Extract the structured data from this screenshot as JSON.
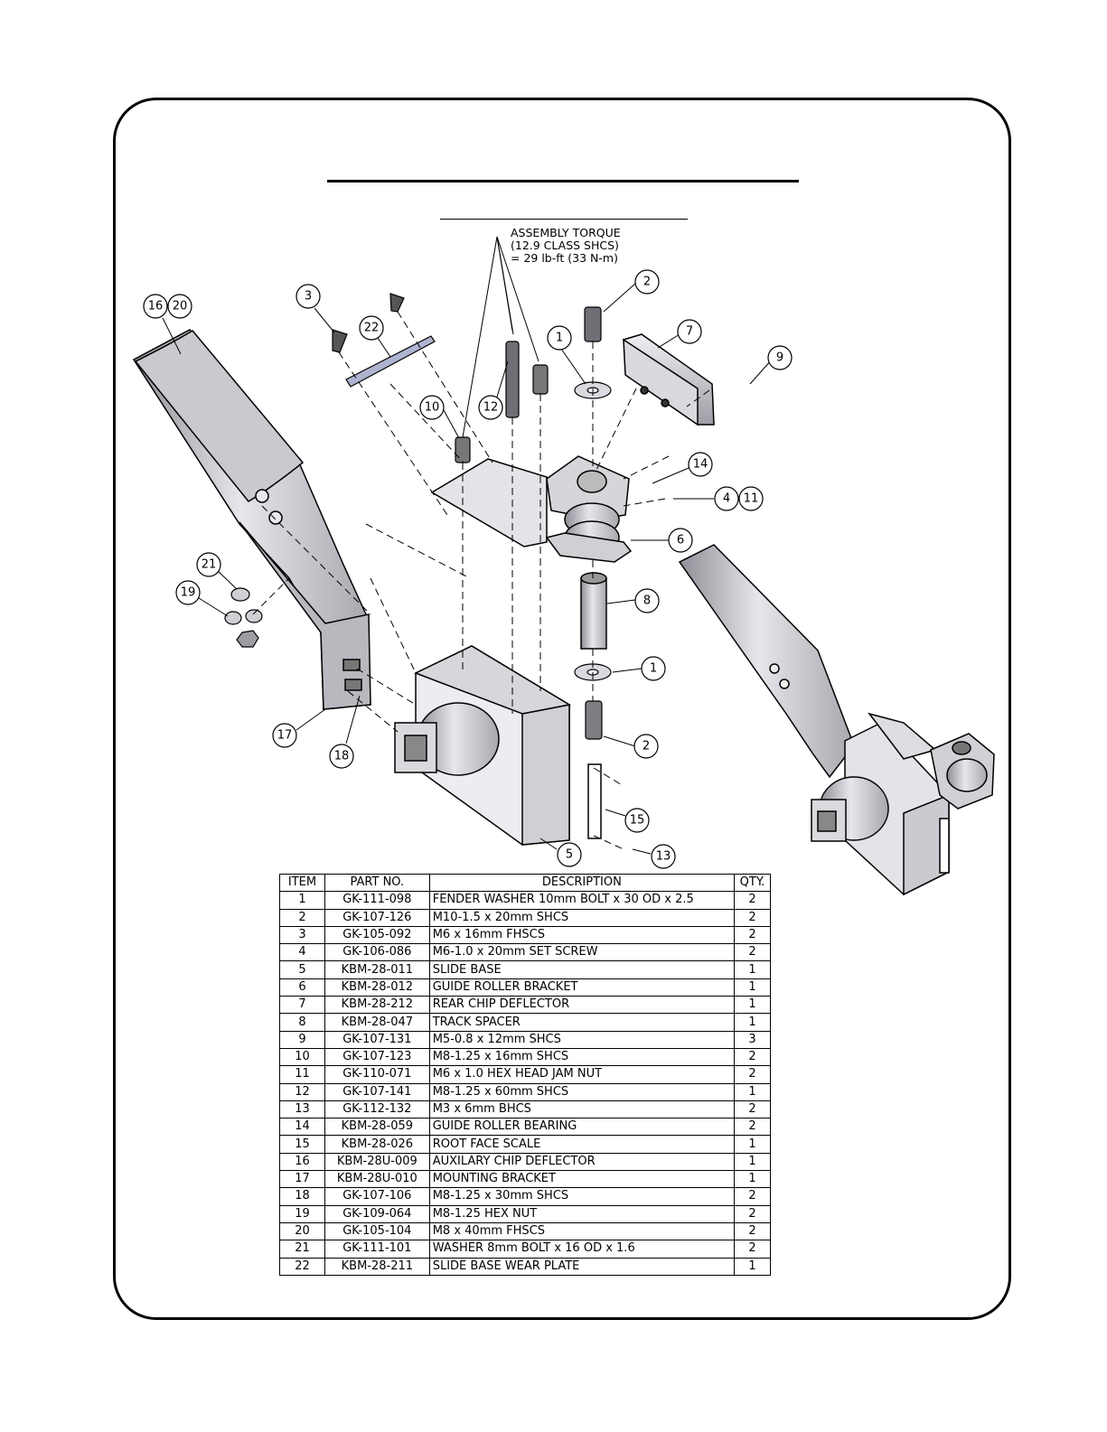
{
  "torque_note": {
    "line1": "ASSEMBLY TORQUE",
    "line2": "(12.9 CLASS SHCS)",
    "line3": "= 29 lb-ft (33 N-m)"
  },
  "callouts": [
    "16",
    "20",
    "3",
    "22",
    "2",
    "7",
    "9",
    "1",
    "10",
    "12",
    "14",
    "4",
    "11",
    "6",
    "21",
    "19",
    "8",
    "1",
    "17",
    "18",
    "2",
    "15",
    "5",
    "13"
  ],
  "bom": {
    "headers": [
      "ITEM",
      "PART NO.",
      "DESCRIPTION",
      "QTY."
    ],
    "rows": [
      [
        "1",
        "GK-111-098",
        "FENDER WASHER 10mm BOLT x 30 OD x 2.5",
        "2"
      ],
      [
        "2",
        "GK-107-126",
        "M10-1.5 x 20mm SHCS",
        "2"
      ],
      [
        "3",
        "GK-105-092",
        "M6 x 16mm FHSCS",
        "2"
      ],
      [
        "4",
        "GK-106-086",
        "M6-1.0 x 20mm SET SCREW",
        "2"
      ],
      [
        "5",
        "KBM-28-011",
        "SLIDE BASE",
        "1"
      ],
      [
        "6",
        "KBM-28-012",
        "GUIDE ROLLER BRACKET",
        "1"
      ],
      [
        "7",
        "KBM-28-212",
        "REAR CHIP DEFLECTOR",
        "1"
      ],
      [
        "8",
        "KBM-28-047",
        "TRACK SPACER",
        "1"
      ],
      [
        "9",
        "GK-107-131",
        "M5-0.8 x 12mm SHCS",
        "3"
      ],
      [
        "10",
        "GK-107-123",
        "M8-1.25 x 16mm SHCS",
        "2"
      ],
      [
        "11",
        "GK-110-071",
        "M6 x 1.0 HEX HEAD JAM NUT",
        "2"
      ],
      [
        "12",
        "GK-107-141",
        "M8-1.25 x 60mm SHCS",
        "1"
      ],
      [
        "13",
        "GK-112-132",
        "M3 x 6mm BHCS",
        "2"
      ],
      [
        "14",
        "KBM-28-059",
        "GUIDE ROLLER BEARING",
        "2"
      ],
      [
        "15",
        "KBM-28-026",
        "ROOT FACE SCALE",
        "1"
      ],
      [
        "16",
        "KBM-28U-009",
        "AUXILARY CHIP DEFLECTOR",
        "1"
      ],
      [
        "17",
        "KBM-28U-010",
        "MOUNTING BRACKET",
        "1"
      ],
      [
        "18",
        "GK-107-106",
        "M8-1.25 x 30mm SHCS",
        "2"
      ],
      [
        "19",
        "GK-109-064",
        "M8-1.25 HEX NUT",
        "2"
      ],
      [
        "20",
        "GK-105-104",
        "M8 x 40mm FHSCS",
        "2"
      ],
      [
        "21",
        "GK-111-101",
        "WASHER 8mm BOLT x 16 OD x 1.6",
        "2"
      ],
      [
        "22",
        "KBM-28-211",
        "SLIDE BASE WEAR PLATE",
        "1"
      ]
    ]
  }
}
